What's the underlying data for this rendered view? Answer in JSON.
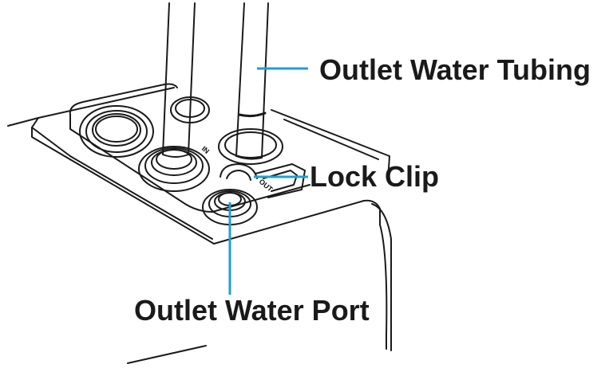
{
  "labels": {
    "outlet_water_tubing": "Outlet Water Tubing",
    "lock_clip": "Lock Clip",
    "outlet_water_port": "Outlet Water Port"
  },
  "port_marks": {
    "in": "IN",
    "out": "OUT"
  },
  "colors": {
    "line_art": "#1a1a1a",
    "leader_line": "#1e9fd6",
    "background": "#ffffff"
  }
}
